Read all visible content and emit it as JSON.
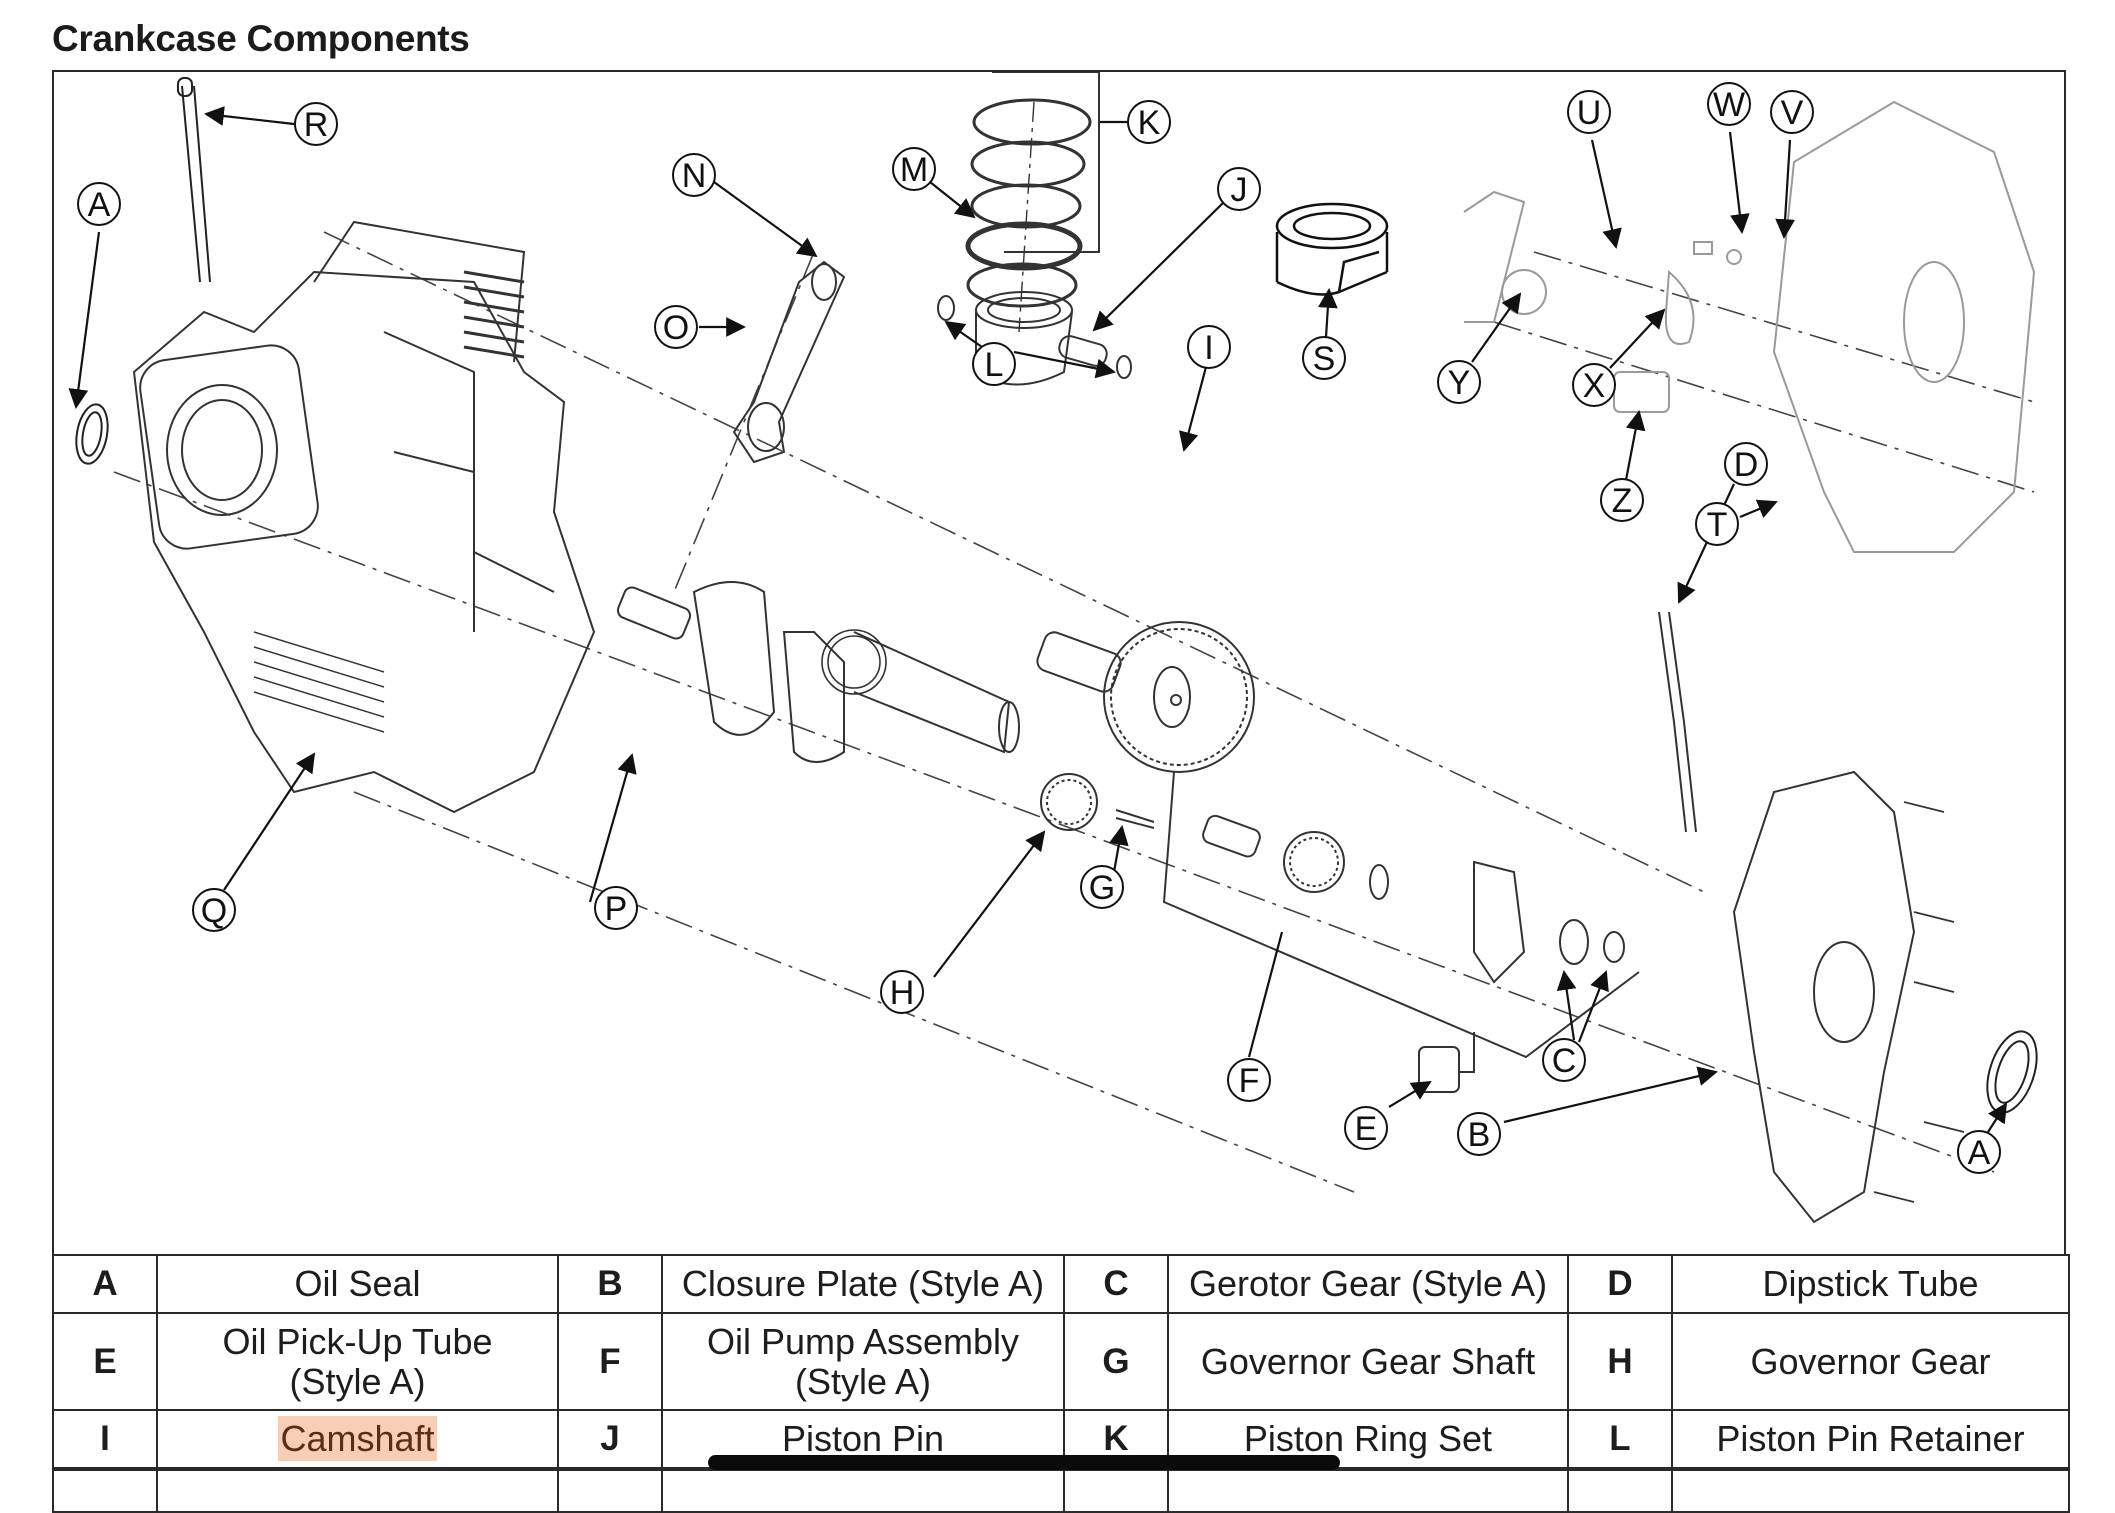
{
  "document": {
    "title": "Crankcase Components"
  },
  "diagram": {
    "callouts": [
      "A",
      "R",
      "N",
      "M",
      "K",
      "J",
      "O",
      "L",
      "S",
      "I",
      "U",
      "W",
      "V",
      "Y",
      "X",
      "Z",
      "T",
      "D",
      "Q",
      "P",
      "H",
      "G",
      "F",
      "C",
      "E",
      "B",
      "A"
    ]
  },
  "legend": {
    "rows": [
      [
        {
          "key": "A",
          "name": "Oil Seal"
        },
        {
          "key": "B",
          "name": "Closure Plate (Style A)"
        },
        {
          "key": "C",
          "name": "Gerotor Gear (Style A)"
        },
        {
          "key": "D",
          "name": "Dipstick Tube"
        }
      ],
      [
        {
          "key": "E",
          "name": "Oil Pick-Up Tube (Style A)"
        },
        {
          "key": "F",
          "name": "Oil Pump Assembly (Style A)"
        },
        {
          "key": "G",
          "name": "Governor Gear Shaft"
        },
        {
          "key": "H",
          "name": "Governor Gear"
        }
      ],
      [
        {
          "key": "I",
          "name": "Camshaft",
          "highlighted": true
        },
        {
          "key": "J",
          "name": "Piston Pin"
        },
        {
          "key": "K",
          "name": "Piston Ring Set"
        },
        {
          "key": "L",
          "name": "Piston Pin Retainer"
        }
      ]
    ]
  },
  "colors": {
    "highlight_bg": "#f6cdb6",
    "highlight_text": "#5b2e14",
    "line": "#1a1a1a"
  }
}
